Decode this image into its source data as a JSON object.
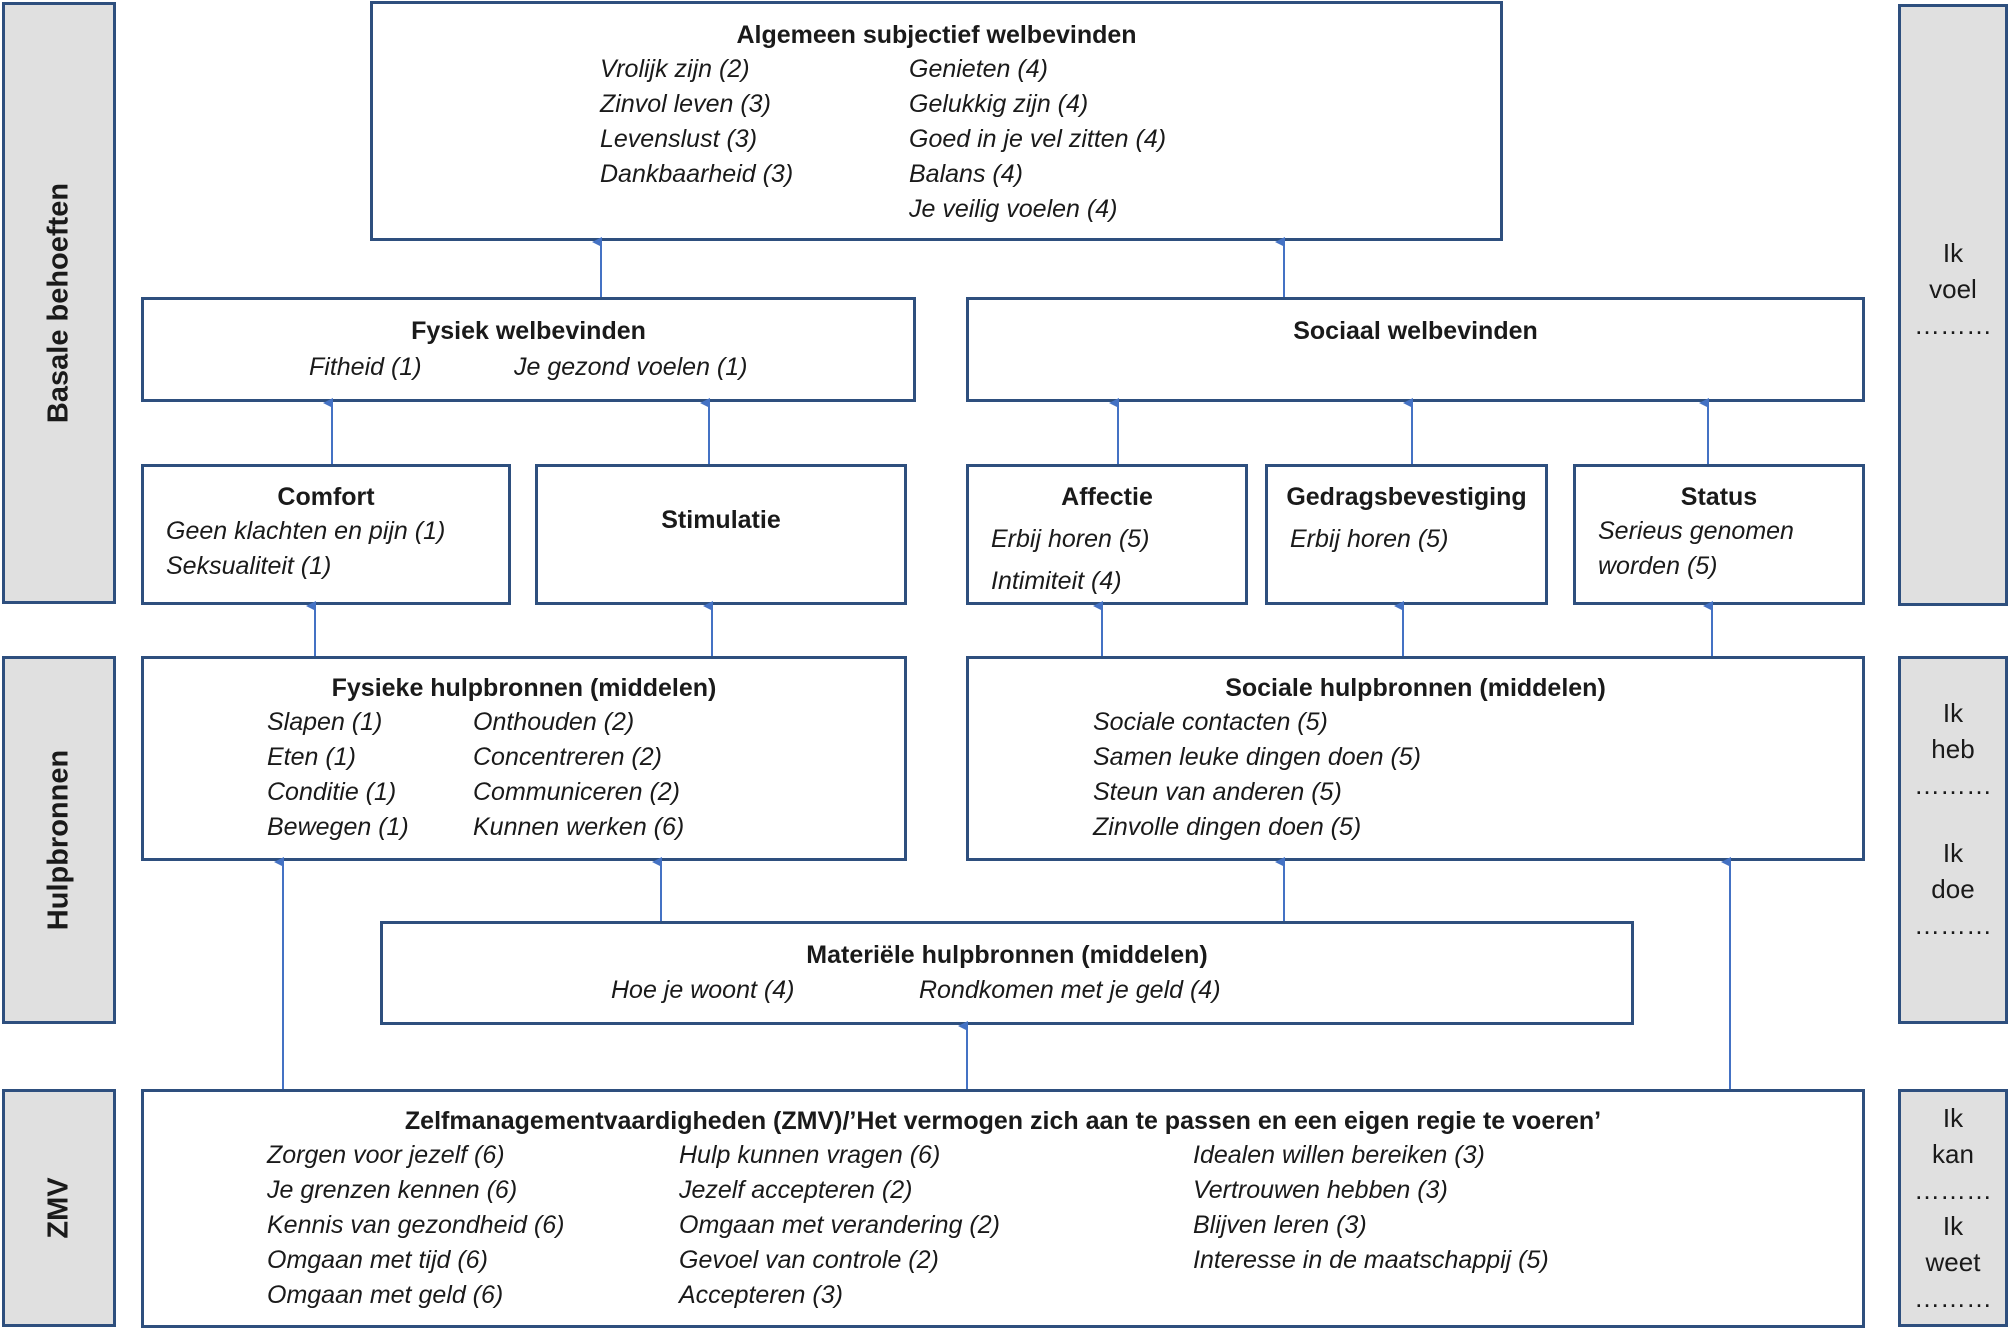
{
  "side_panels": {
    "basale": "Basale behoeften",
    "hulpbronnen": "Hulpbronnen",
    "zmv": "ZMV",
    "right_top": [
      "Ik",
      "voel",
      "………"
    ],
    "right_mid": [
      "Ik",
      "heb",
      "………",
      "Ik",
      "doe",
      "………"
    ],
    "right_bottom": [
      "Ik",
      "kan",
      "………",
      "Ik",
      "weet",
      "………"
    ]
  },
  "algemeen": {
    "title": "Algemeen subjectief welbevinden",
    "col1": [
      "Vrolijk zijn (2)",
      "Zinvol leven (3)",
      "Levenslust (3)",
      "Dankbaarheid (3)"
    ],
    "col2": [
      "Genieten (4)",
      "Gelukkig zijn (4)",
      "Goed in je vel zitten (4)",
      "Balans (4)",
      "Je veilig voelen (4)"
    ]
  },
  "fysiek_welbevinden": {
    "title": "Fysiek welbevinden",
    "items": [
      "Fitheid (1)",
      "Je gezond voelen (1)"
    ]
  },
  "sociaal_welbevinden": {
    "title": "Sociaal welbevinden"
  },
  "comfort": {
    "title": "Comfort",
    "items": [
      "Geen klachten en pijn (1)",
      "Seksualiteit (1)"
    ]
  },
  "stimulatie": {
    "title": "Stimulatie"
  },
  "affectie": {
    "title": "Affectie",
    "items": [
      "Erbij horen (5)",
      "Intimiteit (4)"
    ]
  },
  "gedragsbevestiging": {
    "title": "Gedragsbevestiging",
    "items": [
      "Erbij horen (5)"
    ]
  },
  "status": {
    "title": "Status",
    "items": [
      "Serieus genomen",
      "worden (5)"
    ]
  },
  "fysieke_hulpbronnen": {
    "title": "Fysieke hulpbronnen (middelen)",
    "col1": [
      "Slapen (1)",
      "Eten (1)",
      "Conditie (1)",
      "Bewegen (1)"
    ],
    "col2": [
      "Onthouden (2)",
      "Concentreren (2)",
      "Communiceren (2)",
      "Kunnen werken (6)"
    ]
  },
  "sociale_hulpbronnen": {
    "title": "Sociale hulpbronnen (middelen)",
    "items": [
      "Sociale contacten (5)",
      "Samen leuke dingen doen (5)",
      "Steun van anderen (5)",
      "Zinvolle dingen doen (5)"
    ]
  },
  "materiele_hulpbronnen": {
    "title": "Materiële hulpbronnen (middelen)",
    "items": [
      "Hoe je woont (4)",
      "Rondkomen met je geld (4)"
    ]
  },
  "zmv": {
    "title": "Zelfmanagementvaardigheden (ZMV)/’Het vermogen zich aan te passen en een eigen regie te voeren’",
    "col1": [
      "Zorgen voor jezelf (6)",
      "Je grenzen kennen (6)",
      "Kennis van gezondheid (6)",
      "Omgaan met tijd (6)",
      "Omgaan met geld (6)"
    ],
    "col2": [
      "Hulp kunnen vragen (6)",
      "Jezelf accepteren (2)",
      "Omgaan met verandering (2)",
      "Gevoel van controle (2)",
      "Accepteren (3)"
    ],
    "col3": [
      "Idealen willen bereiken (3)",
      "Vertrouwen hebben (3)",
      "Blijven leren (3)",
      "Interesse in de maatschappij (5)"
    ]
  },
  "colors": {
    "border": "#2e4f7e",
    "arrow": "#4472c4",
    "side_fill": "#e0e0e0"
  }
}
